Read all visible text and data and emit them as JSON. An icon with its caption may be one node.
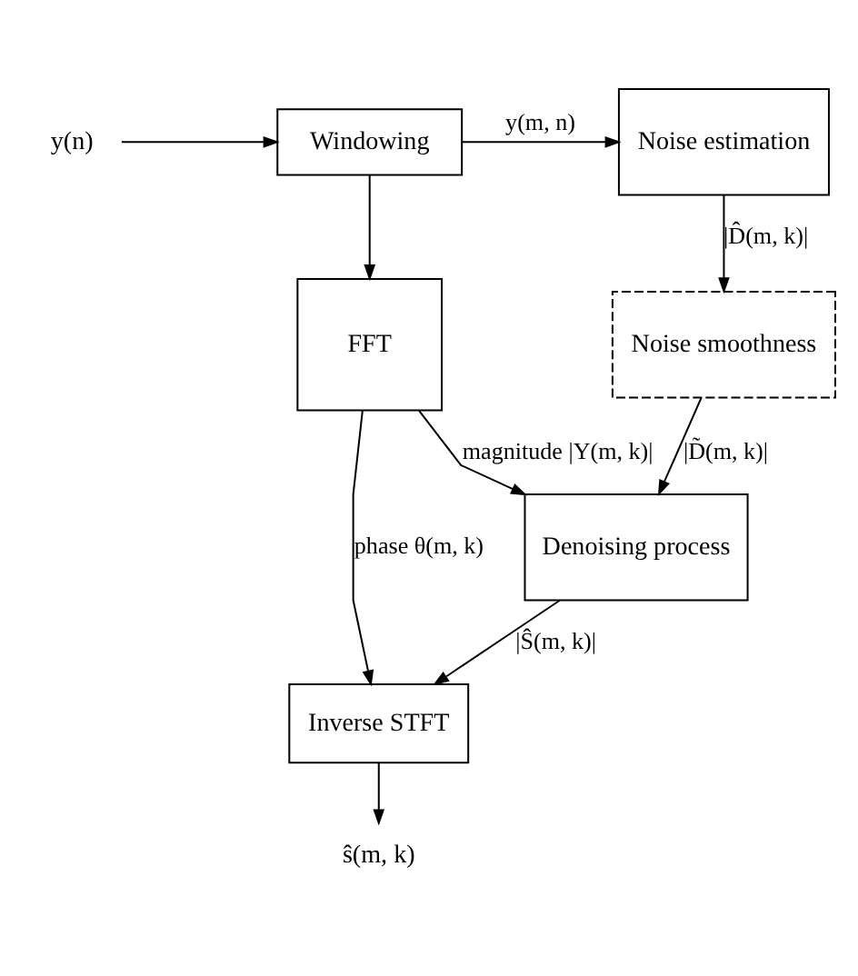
{
  "diagram": {
    "nodes": [
      {
        "text": [
          "y(n)"
        ]
      },
      {
        "text": [
          "Windowing"
        ]
      },
      {
        "text": [
          "Noise estimation"
        ]
      },
      {
        "text": [
          "Noise smoothness"
        ]
      },
      {
        "text": [
          "FFT"
        ]
      },
      {
        "text": [
          "Denoising process"
        ]
      },
      {
        "text": [
          "Inverse STFT"
        ]
      },
      {
        "text": [
          "ŝ(m, k)"
        ]
      }
    ],
    "edges": [
      {
        "from": 0,
        "to": 1,
        "arrow": "to"
      },
      {
        "from": 1,
        "to": 2,
        "arrow": "to",
        "label": "y(m, n)"
      },
      {
        "from": 1,
        "to": 4,
        "arrow": "to"
      },
      {
        "from": 2,
        "to": 3,
        "arrow": "to",
        "label": "|D̂(m, k)|"
      },
      {
        "from": 3,
        "to": 5,
        "arrow": "to",
        "label": "|D̃(m, k)|"
      },
      {
        "from": 4,
        "to": 5,
        "arrow": "to",
        "label": "magnitude |Y(m, k)|"
      },
      {
        "from": 5,
        "to": 6,
        "arrow": "to",
        "label": "|Ŝ(m, k)|"
      },
      {
        "from": 4,
        "to": 6,
        "arrow": "to",
        "label": "phase θ(m, k)"
      },
      {
        "from": 6,
        "to": 7,
        "arrow": "to"
      }
    ]
  }
}
